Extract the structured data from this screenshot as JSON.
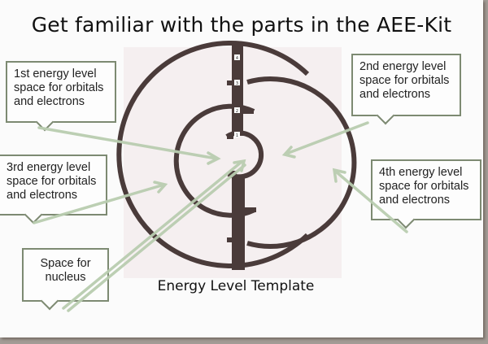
{
  "slide": {
    "title": "Get familiar with the parts in the  AEE-Kit",
    "caption": "Energy Level Template"
  },
  "template": {
    "level_labels": [
      "1",
      "2",
      "3",
      "4"
    ],
    "stroke_color": "#4a3b3a",
    "background_color": "#f5eff0"
  },
  "callouts": [
    {
      "id": "level-1",
      "lines": [
        "1st energy level",
        "space for orbitals",
        "and electrons"
      ]
    },
    {
      "id": "level-2",
      "lines": [
        "2nd energy level",
        "space for orbitals",
        "and electrons"
      ]
    },
    {
      "id": "level-3",
      "lines": [
        "3rd energy level",
        "space for orbitals",
        "and electrons"
      ]
    },
    {
      "id": "level-4",
      "lines": [
        "4th energy level",
        "space for orbitals",
        "and electrons"
      ]
    },
    {
      "id": "nucleus",
      "lines": [
        "Space for",
        "nucleus"
      ]
    }
  ],
  "colors": {
    "arrow": "#b9cdb0",
    "callout_border": "#7d8a72",
    "slide_background": "#fbfbfb",
    "shadow": "#a39c96"
  }
}
